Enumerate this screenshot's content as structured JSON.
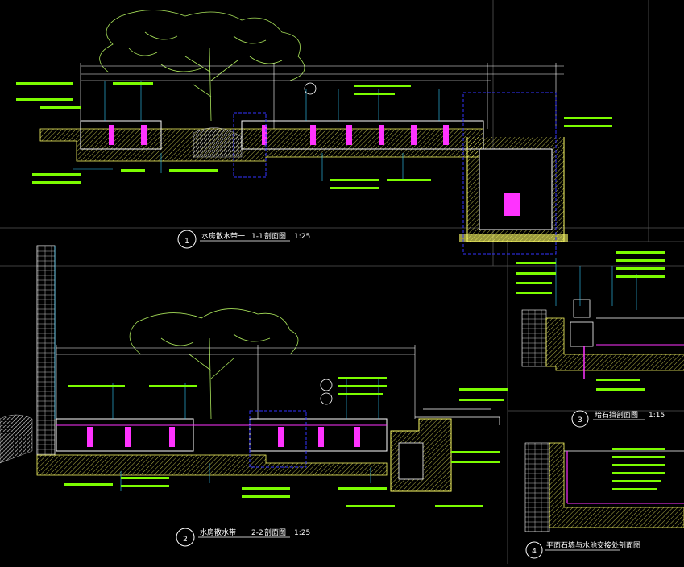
{
  "drawing": {
    "detail_1": {
      "number": "1",
      "title": "水房散水带一",
      "section": "1-1",
      "section_suffix": "剖面图",
      "scale": "1:25"
    },
    "detail_2": {
      "number": "2",
      "title": "水房散水带一",
      "section": "2-2",
      "section_suffix": "剖面图",
      "scale": "1:25"
    },
    "detail_3": {
      "number": "3",
      "title": "暗石挡剖面图",
      "scale": "1:15"
    },
    "detail_4": {
      "number": "4",
      "title": "平面石墙与水池交接处剖面图"
    }
  },
  "colors": {
    "background": "#000000",
    "structure": "#ffff66",
    "text_green": "#7CFC00",
    "lines_white": "#ffffff",
    "pipes_magenta": "#ff33ff",
    "leaders_cyan": "#33ccff",
    "boundary_blue": "#3333ff",
    "tree_green": "#a9e35a",
    "frame_gray": "#555555"
  }
}
